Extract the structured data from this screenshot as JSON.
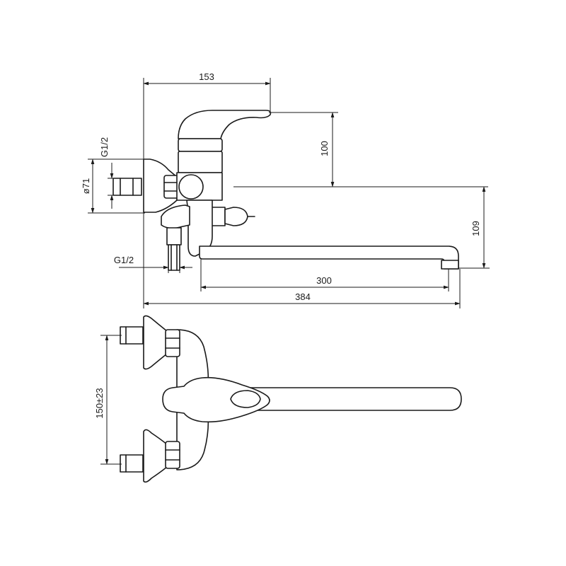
{
  "dimensions": {
    "overall_width": "153",
    "handle_height": "100",
    "body_diameter": "ø71",
    "thread_top": "G1/2",
    "thread_bottom": "G1/2",
    "spout_drop": "109",
    "spout_reach": "300",
    "total_length": "384",
    "inlet_spacing": "150±23"
  },
  "colors": {
    "line": "#1a1a1a",
    "background": "#ffffff"
  }
}
